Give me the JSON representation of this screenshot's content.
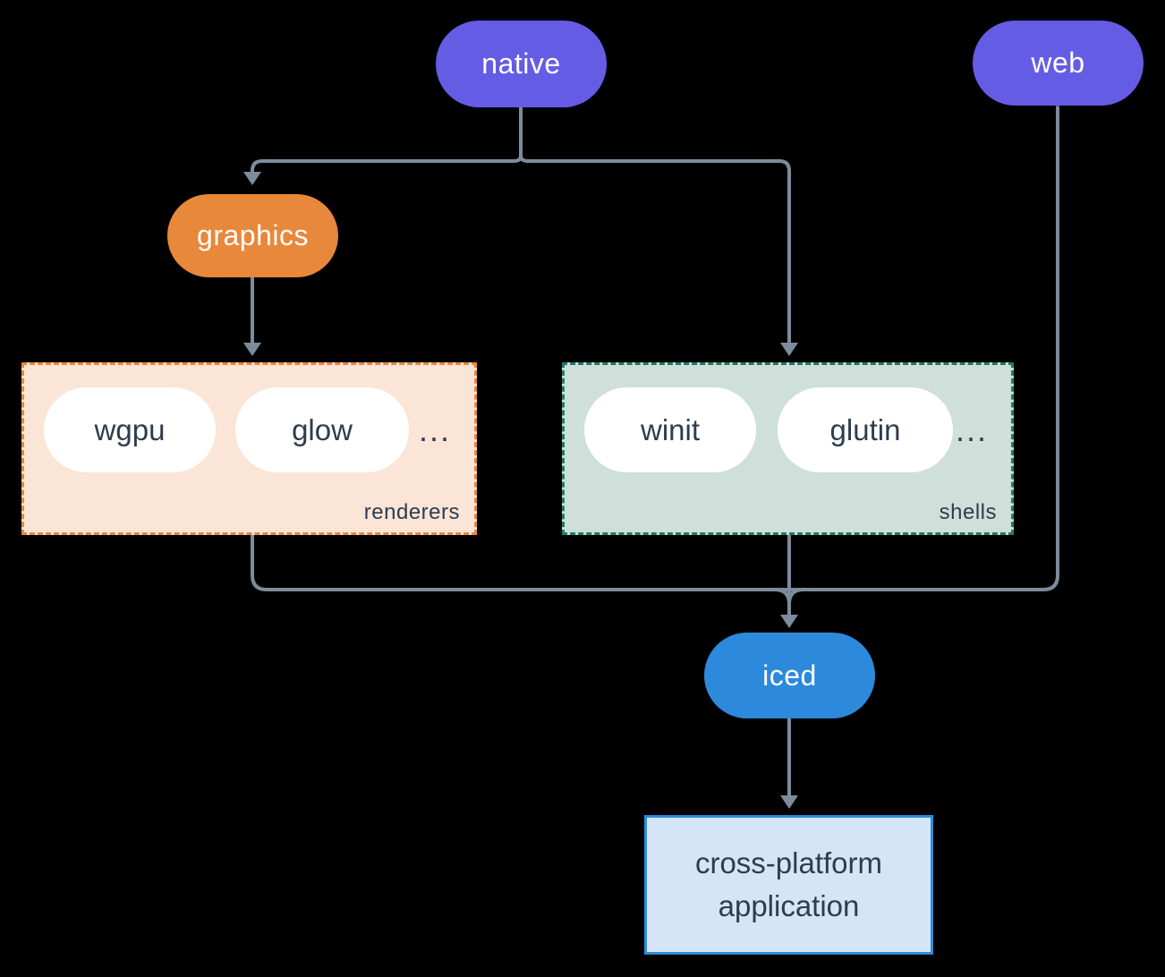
{
  "colors": {
    "background": "#000000",
    "line": "#7d8c9b",
    "purple": "#655ce6",
    "orange": "#e8883b",
    "blue": "#2d89db",
    "renderers_fill": "#fae5d6",
    "renderers_border": "#e8883b",
    "shells_fill": "#cfe0da",
    "shells_border": "#1f7a6b",
    "app_fill": "#d4e5f7",
    "app_border": "#2e8adb",
    "text_dark": "#2e3d4d",
    "text_light": "#ffffff",
    "pill_white": "#ffffff"
  },
  "nodes": {
    "native": {
      "label": "native"
    },
    "web": {
      "label": "web"
    },
    "graphics": {
      "label": "graphics"
    },
    "iced": {
      "label": "iced"
    },
    "application": {
      "lines": [
        "cross-platform",
        "application"
      ]
    }
  },
  "groups": {
    "renderers": {
      "label": "renderers",
      "items": [
        "wgpu",
        "glow"
      ],
      "ellipsis": "..."
    },
    "shells": {
      "label": "shells",
      "items": [
        "winit",
        "glutin"
      ],
      "ellipsis": "..."
    }
  }
}
